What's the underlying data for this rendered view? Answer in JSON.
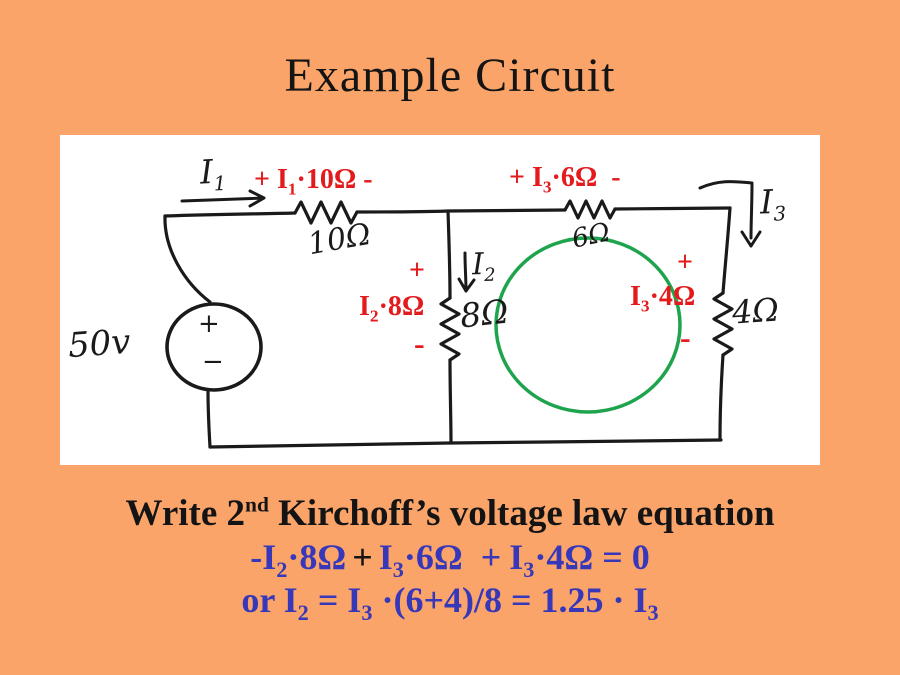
{
  "title": "Example Circuit",
  "colors": {
    "background": "#FAA469",
    "panel": "#FFFFFF",
    "annotation_red": "#E31B1D",
    "equation_blue": "#3737BA",
    "loop_green": "#1FA44E",
    "ink": "#1A1A1A"
  },
  "circuit": {
    "source_value": "50v",
    "source_plus": "+",
    "source_minus": "−",
    "i1": {
      "t": "I",
      "s": "1"
    },
    "i2": {
      "t": "I",
      "s": "2"
    },
    "i3": {
      "t": "I",
      "s": "3"
    },
    "r10": "10Ω",
    "r6": "6Ω",
    "r8": "8Ω",
    "r4": "4Ω",
    "ann10": {
      "t1": "+ I",
      "s": "1",
      "t2": "·10Ω -"
    },
    "ann6": {
      "t1": "+ I",
      "s": "3",
      "t2": "·6Ω  -"
    },
    "ann8": {
      "plus": "+",
      "t1": "I",
      "s": "2",
      "t2": "·8Ω",
      "minus": "-"
    },
    "ann4": {
      "plus": "+",
      "t1": "I",
      "s": "3",
      "t2": "·4Ω",
      "minus": "-"
    }
  },
  "caption": {
    "heading": {
      "t1": "Write 2",
      "sup": "nd",
      "t2": " Kirchoff’s voltage law equation"
    },
    "eq1": {
      "m1": "-I",
      "s1": "2",
      "m2": "·8Ω",
      "op1": "+",
      "m3": "I",
      "s3": "3",
      "m4": "·6Ω",
      "op2": "+",
      "m5": "I",
      "s5": "3",
      "m6": "·4Ω = 0"
    },
    "eq2": {
      "t1": "or I",
      "s1": "2",
      "t2": " = I",
      "s2": "3",
      "t3": " ·(6+4)/8 = 1.25 · I",
      "s3": "3"
    }
  }
}
